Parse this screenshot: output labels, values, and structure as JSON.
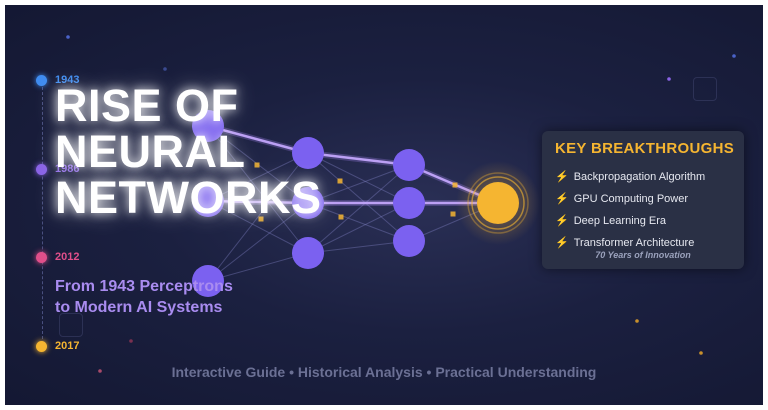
{
  "title": {
    "line1": "RISE OF",
    "line2": "NEURAL",
    "line3": "NETWORKS"
  },
  "subtitle": {
    "line1": "From 1943 Perceptrons",
    "line2": "to Modern AI Systems"
  },
  "timeline": [
    {
      "year": "1943",
      "color": "#3f8cf0"
    },
    {
      "year": "1986",
      "color": "#8a63e6"
    },
    {
      "year": "2012",
      "color": "#e04f8a"
    },
    {
      "year": "2017",
      "color": "#f5b531"
    }
  ],
  "panel": {
    "title": "KEY BREAKTHROUGHS",
    "items": [
      "Backpropagation Algorithm",
      "GPU Computing Power",
      "Deep Learning Era",
      "Transformer Architecture"
    ],
    "bolt": "⚡",
    "footer": "70 Years of Innovation"
  },
  "tagline": "Interactive Guide • Historical Analysis • Practical Understanding",
  "colors": {
    "node": "#7b61f0",
    "output": "#f5b531",
    "accent": "#f5b531",
    "background": "#1b2040"
  },
  "icons": [
    "bolt-icon",
    "neuron-node-icon",
    "output-node-icon"
  ]
}
